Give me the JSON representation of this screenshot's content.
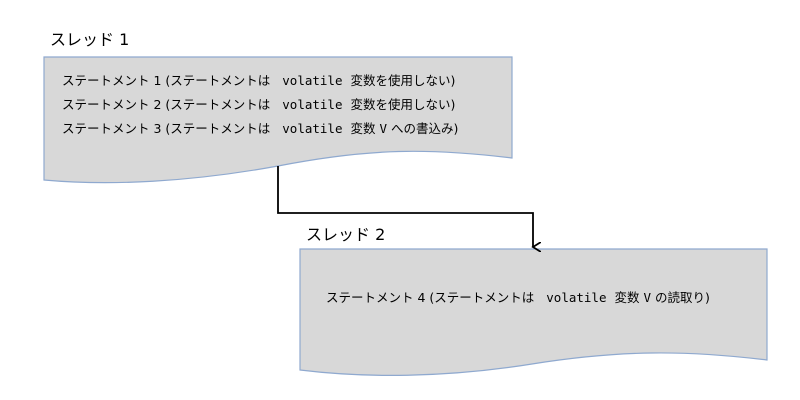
{
  "colors": {
    "box_fill": "#d8d8d8",
    "box_stroke": "#8fa9cf",
    "arrow": "#000000"
  },
  "thread1": {
    "label": "スレッド 1",
    "statements": [
      {
        "before": "ステートメント 1 (ステートメントは",
        "code": "volatile",
        "after": "変数を使用しない)"
      },
      {
        "before": "ステートメント 2 (ステートメントは",
        "code": "volatile",
        "after": "変数を使用しない)"
      },
      {
        "before": "ステートメント 3 (ステートメントは",
        "code": "volatile",
        "mid": "変数",
        "var": "V",
        "after": "への書込み)"
      }
    ]
  },
  "thread2": {
    "label": "スレッド 2",
    "statements": [
      {
        "before": "ステートメント 4 (ステートメントは",
        "code": "volatile",
        "mid": "変数",
        "var": "V",
        "after": "の読取り)"
      }
    ]
  }
}
